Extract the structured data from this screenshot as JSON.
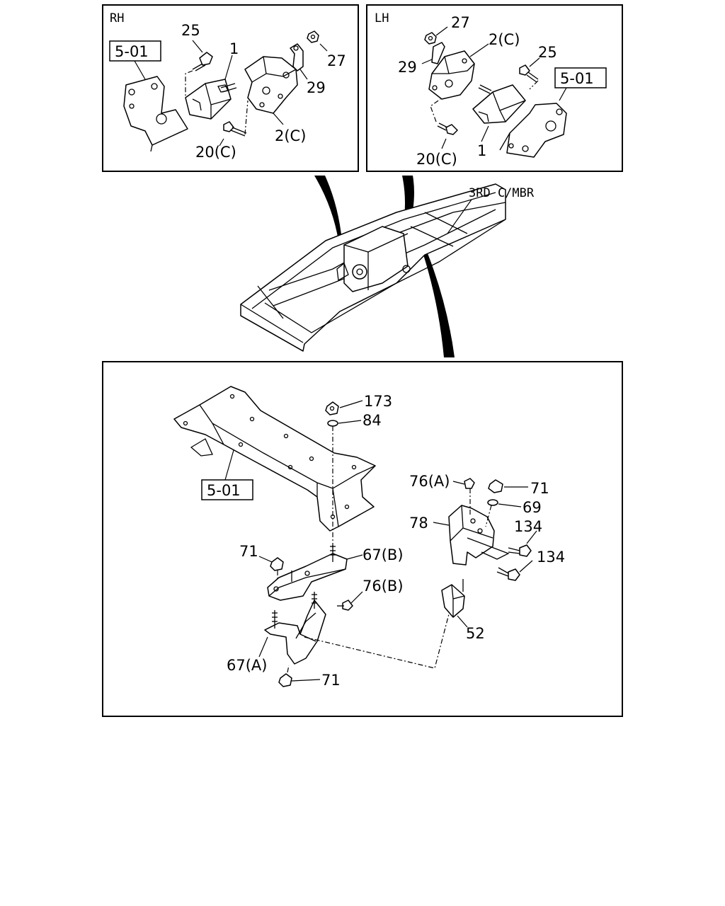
{
  "panels": {
    "rh": {
      "header": "RH",
      "ref": "5-01",
      "callouts": {
        "c25": "25",
        "c1": "1",
        "c27": "27",
        "c29": "29",
        "c2c": "2(C)",
        "c20c": "20(C)"
      }
    },
    "lh": {
      "header": "LH",
      "ref": "5-01",
      "callouts": {
        "c27": "27",
        "c2c": "2(C)",
        "c29": "29",
        "c25": "25",
        "c20c": "20(C)",
        "c1": "1"
      }
    },
    "frame_overview": {
      "label": "3RD C/MBR"
    },
    "crossmember": {
      "ref": "5-01",
      "callouts": {
        "c173": "173",
        "c84": "84",
        "c76a": "76(A)",
        "c71_top": "71",
        "c69": "69",
        "c78": "78",
        "c134_a": "134",
        "c134_b": "134",
        "c71_left": "71",
        "c67b": "67(B)",
        "c76b": "76(B)",
        "c52": "52",
        "c67a": "67(A)",
        "c71_bottom": "71"
      }
    }
  }
}
